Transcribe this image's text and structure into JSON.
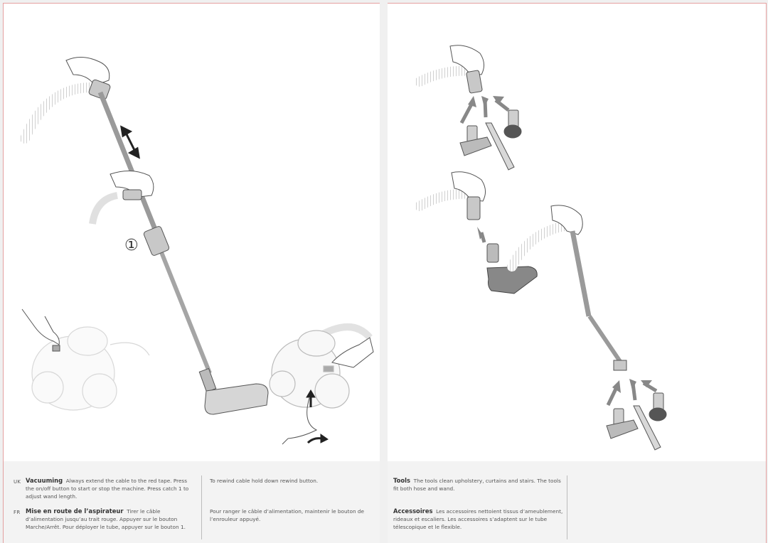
{
  "left": {
    "step_marker": "①",
    "uk": {
      "lang": "UK",
      "heading": "Vacuuming",
      "text": "Always extend the cable to the red tape. Press the on/off button to start or stop the machine. Press catch 1 to adjust wand length.",
      "rewind": "To rewind cable hold down rewind button."
    },
    "fr": {
      "lang": "FR",
      "heading": "Mise en route de l’aspirateur",
      "text": "Tirer le câble d’alimentation jusqu’au trait rouge. Appuyer sur le bouton Marche/Arrêt. Pour déployer le tube, appuyer sur le bouton 1.",
      "rewind": "Pour ranger le câble d’alimentation, maintenir le bouton de l’enrouleur appuyé."
    }
  },
  "right": {
    "uk": {
      "heading": "Tools",
      "text": "The tools clean upholstery, curtains and stairs. The tools fit both hose and wand."
    },
    "fr": {
      "heading": "Accessoires",
      "text": "Les accessoires nettoient tissus d’ameublement, rideaux et escaliers. Les accessoires s’adaptent sur le tube télescopique et le flexible."
    }
  },
  "colors": {
    "accent_border": "#e4a0a0",
    "arrow": "#8a8a8a",
    "ghost": "#e6e6e6"
  }
}
